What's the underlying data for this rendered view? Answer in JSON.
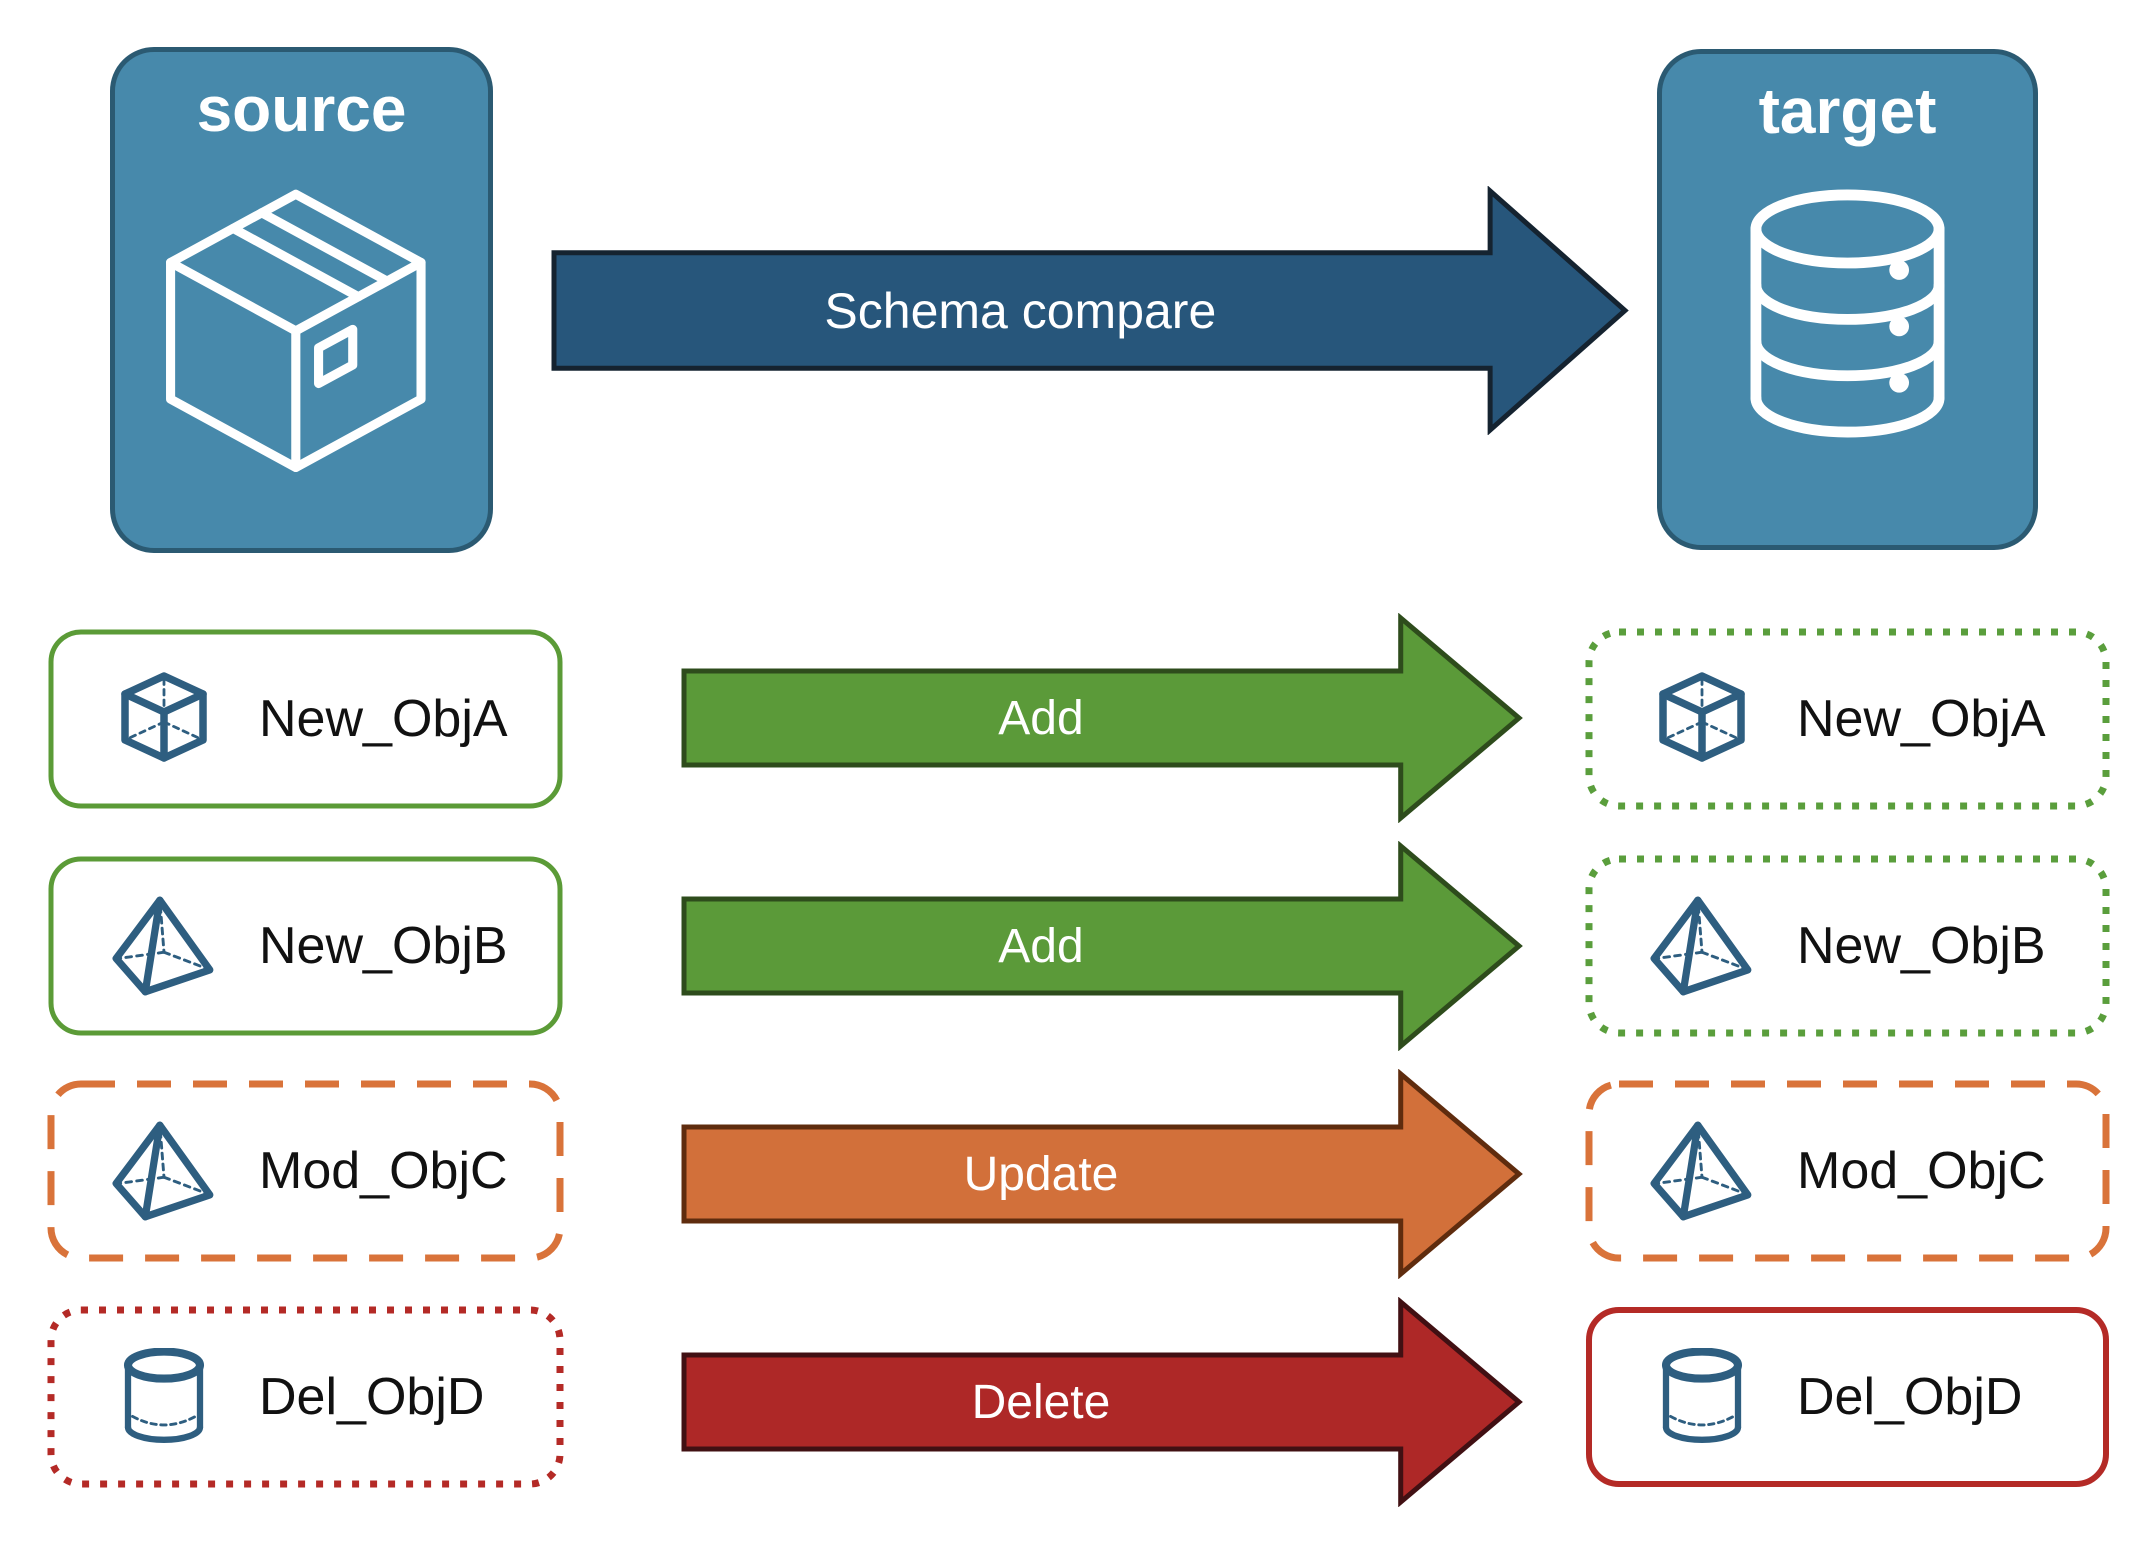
{
  "source_panel": {
    "title": "source",
    "icon": "package-icon"
  },
  "target_panel": {
    "title": "target",
    "icon": "database-icon"
  },
  "compare_arrow": {
    "label": "Schema compare",
    "fill": "#27567b"
  },
  "rows": [
    {
      "source": {
        "label": "New_ObjA",
        "icon": "cube-icon",
        "border_style": "green-solid"
      },
      "arrow": {
        "label": "Add",
        "fill": "#5b9a39"
      },
      "target": {
        "label": "New_ObjA",
        "icon": "cube-icon",
        "border_style": "green-dotted"
      }
    },
    {
      "source": {
        "label": "New_ObjB",
        "icon": "pyramid-icon",
        "border_style": "green-solid"
      },
      "arrow": {
        "label": "Add",
        "fill": "#5b9a39"
      },
      "target": {
        "label": "New_ObjB",
        "icon": "pyramid-icon",
        "border_style": "green-dotted"
      }
    },
    {
      "source": {
        "label": "Mod_ObjC",
        "icon": "pyramid-icon",
        "border_style": "orange-dashed"
      },
      "arrow": {
        "label": "Update",
        "fill": "#d2703a"
      },
      "target": {
        "label": "Mod_ObjC",
        "icon": "pyramid-icon",
        "border_style": "orange-dashed"
      }
    },
    {
      "source": {
        "label": "Del_ObjD",
        "icon": "cylinder-icon",
        "border_style": "red-dotted"
      },
      "arrow": {
        "label": "Delete",
        "fill": "#ae2827"
      },
      "target": {
        "label": "Del_ObjD",
        "icon": "cylinder-icon",
        "border_style": "red-solid"
      }
    }
  ],
  "colors": {
    "panel_blue": "#4789ab",
    "panel_border": "#2b5a72",
    "navy_arrow": "#27567b",
    "green": "#5b9a39",
    "orange": "#d2703a",
    "red": "#ae2827",
    "icon_blue": "#2e5e80",
    "label_text": "#111111",
    "arrow_text": "#ffffff"
  }
}
